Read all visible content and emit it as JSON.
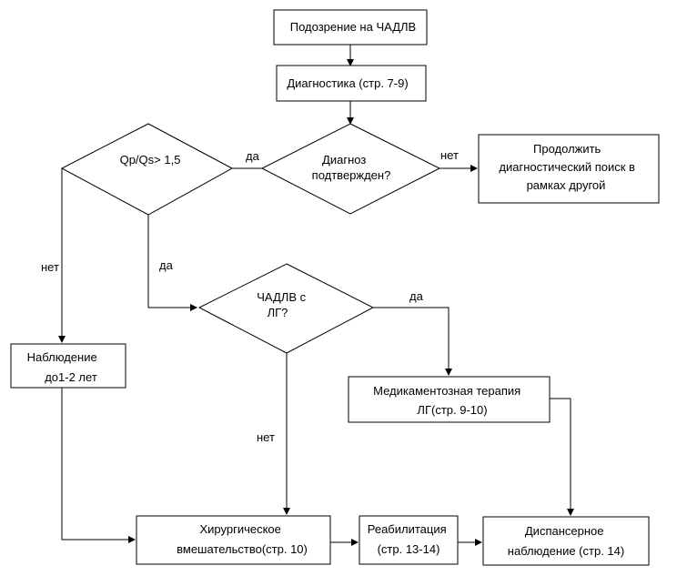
{
  "nodes": {
    "suspicion": {
      "lines": [
        "Подозрение на ЧАДЛВ"
      ]
    },
    "diagnostics": {
      "lines": [
        "Диагностика  (стр. 7-9)"
      ]
    },
    "confirmed": {
      "lines": [
        "Диагноз",
        "подтвержден?"
      ]
    },
    "continue_search": {
      "lines": [
        "Продолжить",
        "диагностический  поиск в",
        "рамках другой"
      ]
    },
    "ratio": {
      "lines": [
        "Qp/Qs> 1,5"
      ]
    },
    "ph": {
      "lines": [
        "ЧАДЛВ с",
        "ЛГ?"
      ]
    },
    "observation": {
      "lines": [
        "Наблюдение",
        "до1-2 лет"
      ]
    },
    "drug_therapy": {
      "lines": [
        "Медикаментозная терапия",
        "ЛГ(стр. 9-10)"
      ]
    },
    "surgery": {
      "lines": [
        "Хирургическое",
        "вмешательство(стр. 10)"
      ]
    },
    "rehab": {
      "lines": [
        "Реабилитация",
        "(стр. 13-14)"
      ]
    },
    "dispensary": {
      "lines": [
        "Диспансерное",
        "наблюдение  (стр. 14)"
      ]
    }
  },
  "edge_labels": {
    "confirmed_no": "нет",
    "confirmed_yes": "да",
    "ratio_no": "нет",
    "ratio_yes": "да",
    "ph_yes": "да",
    "ph_no": "нет"
  }
}
